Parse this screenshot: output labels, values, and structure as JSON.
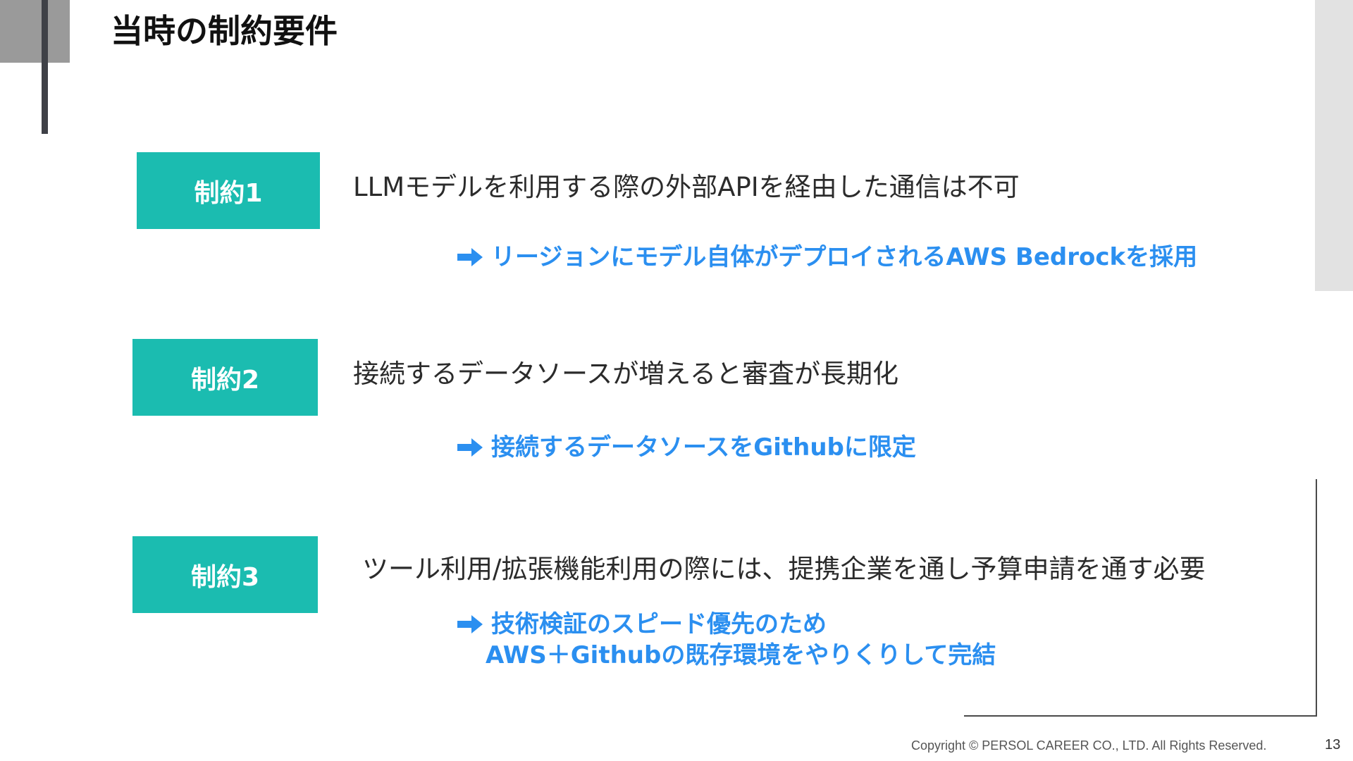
{
  "title": "当時の制約要件",
  "constraints": [
    {
      "label": "制約1",
      "text": "LLMモデルを利用する際の外部APIを経由した通信は不可",
      "solution": "リージョンにモデル自体がデプロイされるAWS Bedrockを採用"
    },
    {
      "label": "制約2",
      "text": "接続するデータソースが増えると審査が長期化",
      "solution": "接続するデータソースをGithubに限定"
    },
    {
      "label": "制約3",
      "text": "ツール利用/拡張機能利用の際には、提携企業を通し予算申請を通す必要",
      "solution_line1": "技術検証のスピード優先のため",
      "solution_line2": "AWS＋Githubの既存環境をやりくりして完結"
    }
  ],
  "footer": {
    "copyright": "Copyright © PERSOL CAREER CO., LTD. All Rights Reserved.",
    "page_number": "13"
  },
  "colors": {
    "badge": "#1bbcb0",
    "solution_text": "#2b8ff0",
    "accent_bar": "#3f4147",
    "corner_block": "#9a9a9a"
  },
  "icons": {
    "solution_marker": "arrow-right-icon"
  }
}
